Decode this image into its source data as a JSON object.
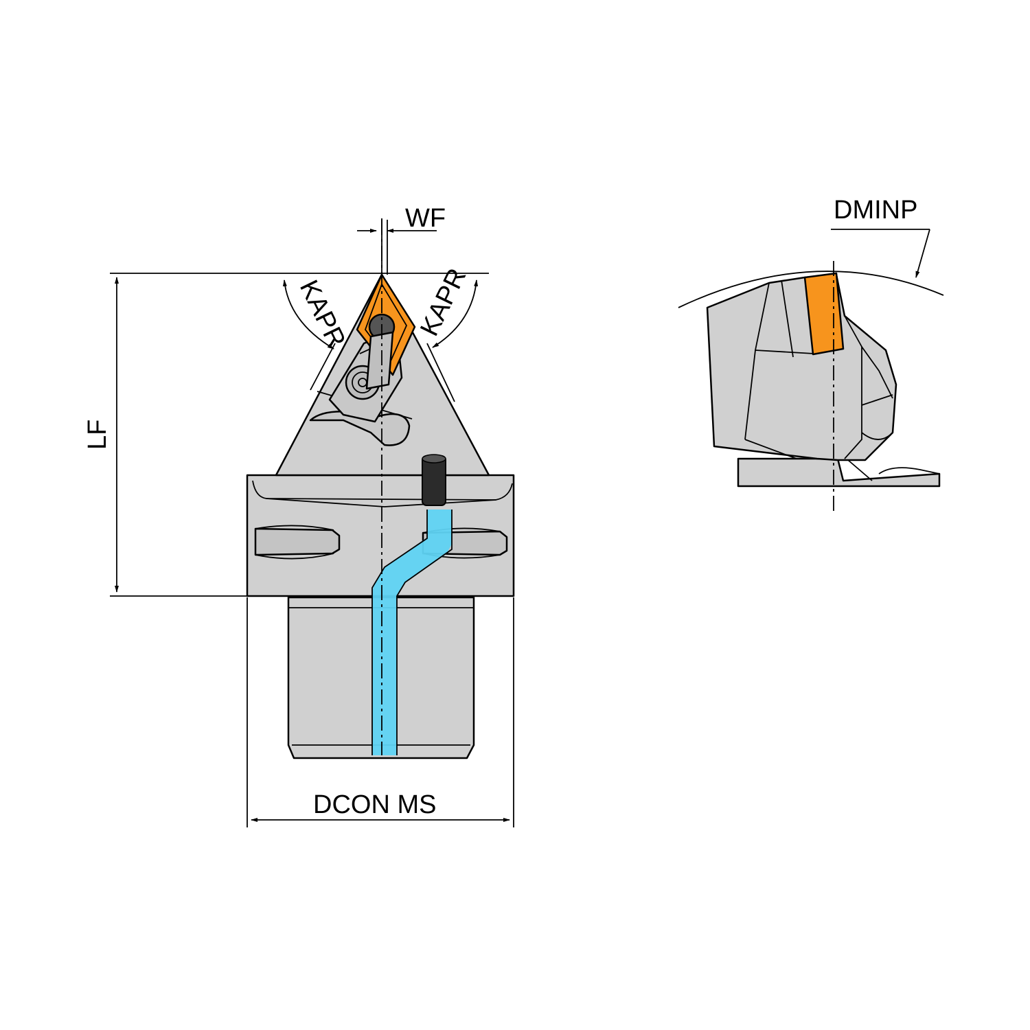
{
  "labels": {
    "wf": "WF",
    "kapr_left": "KAPR",
    "kapr_right": "KAPR",
    "lf": "LF",
    "dcon_ms": "DCON MS",
    "dminp": "DMINP"
  },
  "colors": {
    "body": "#d0d0d0",
    "insert": "#f7941d",
    "coolant": "#5fd3f3",
    "nozzle": "#2b2b2b",
    "line": "#000000"
  }
}
